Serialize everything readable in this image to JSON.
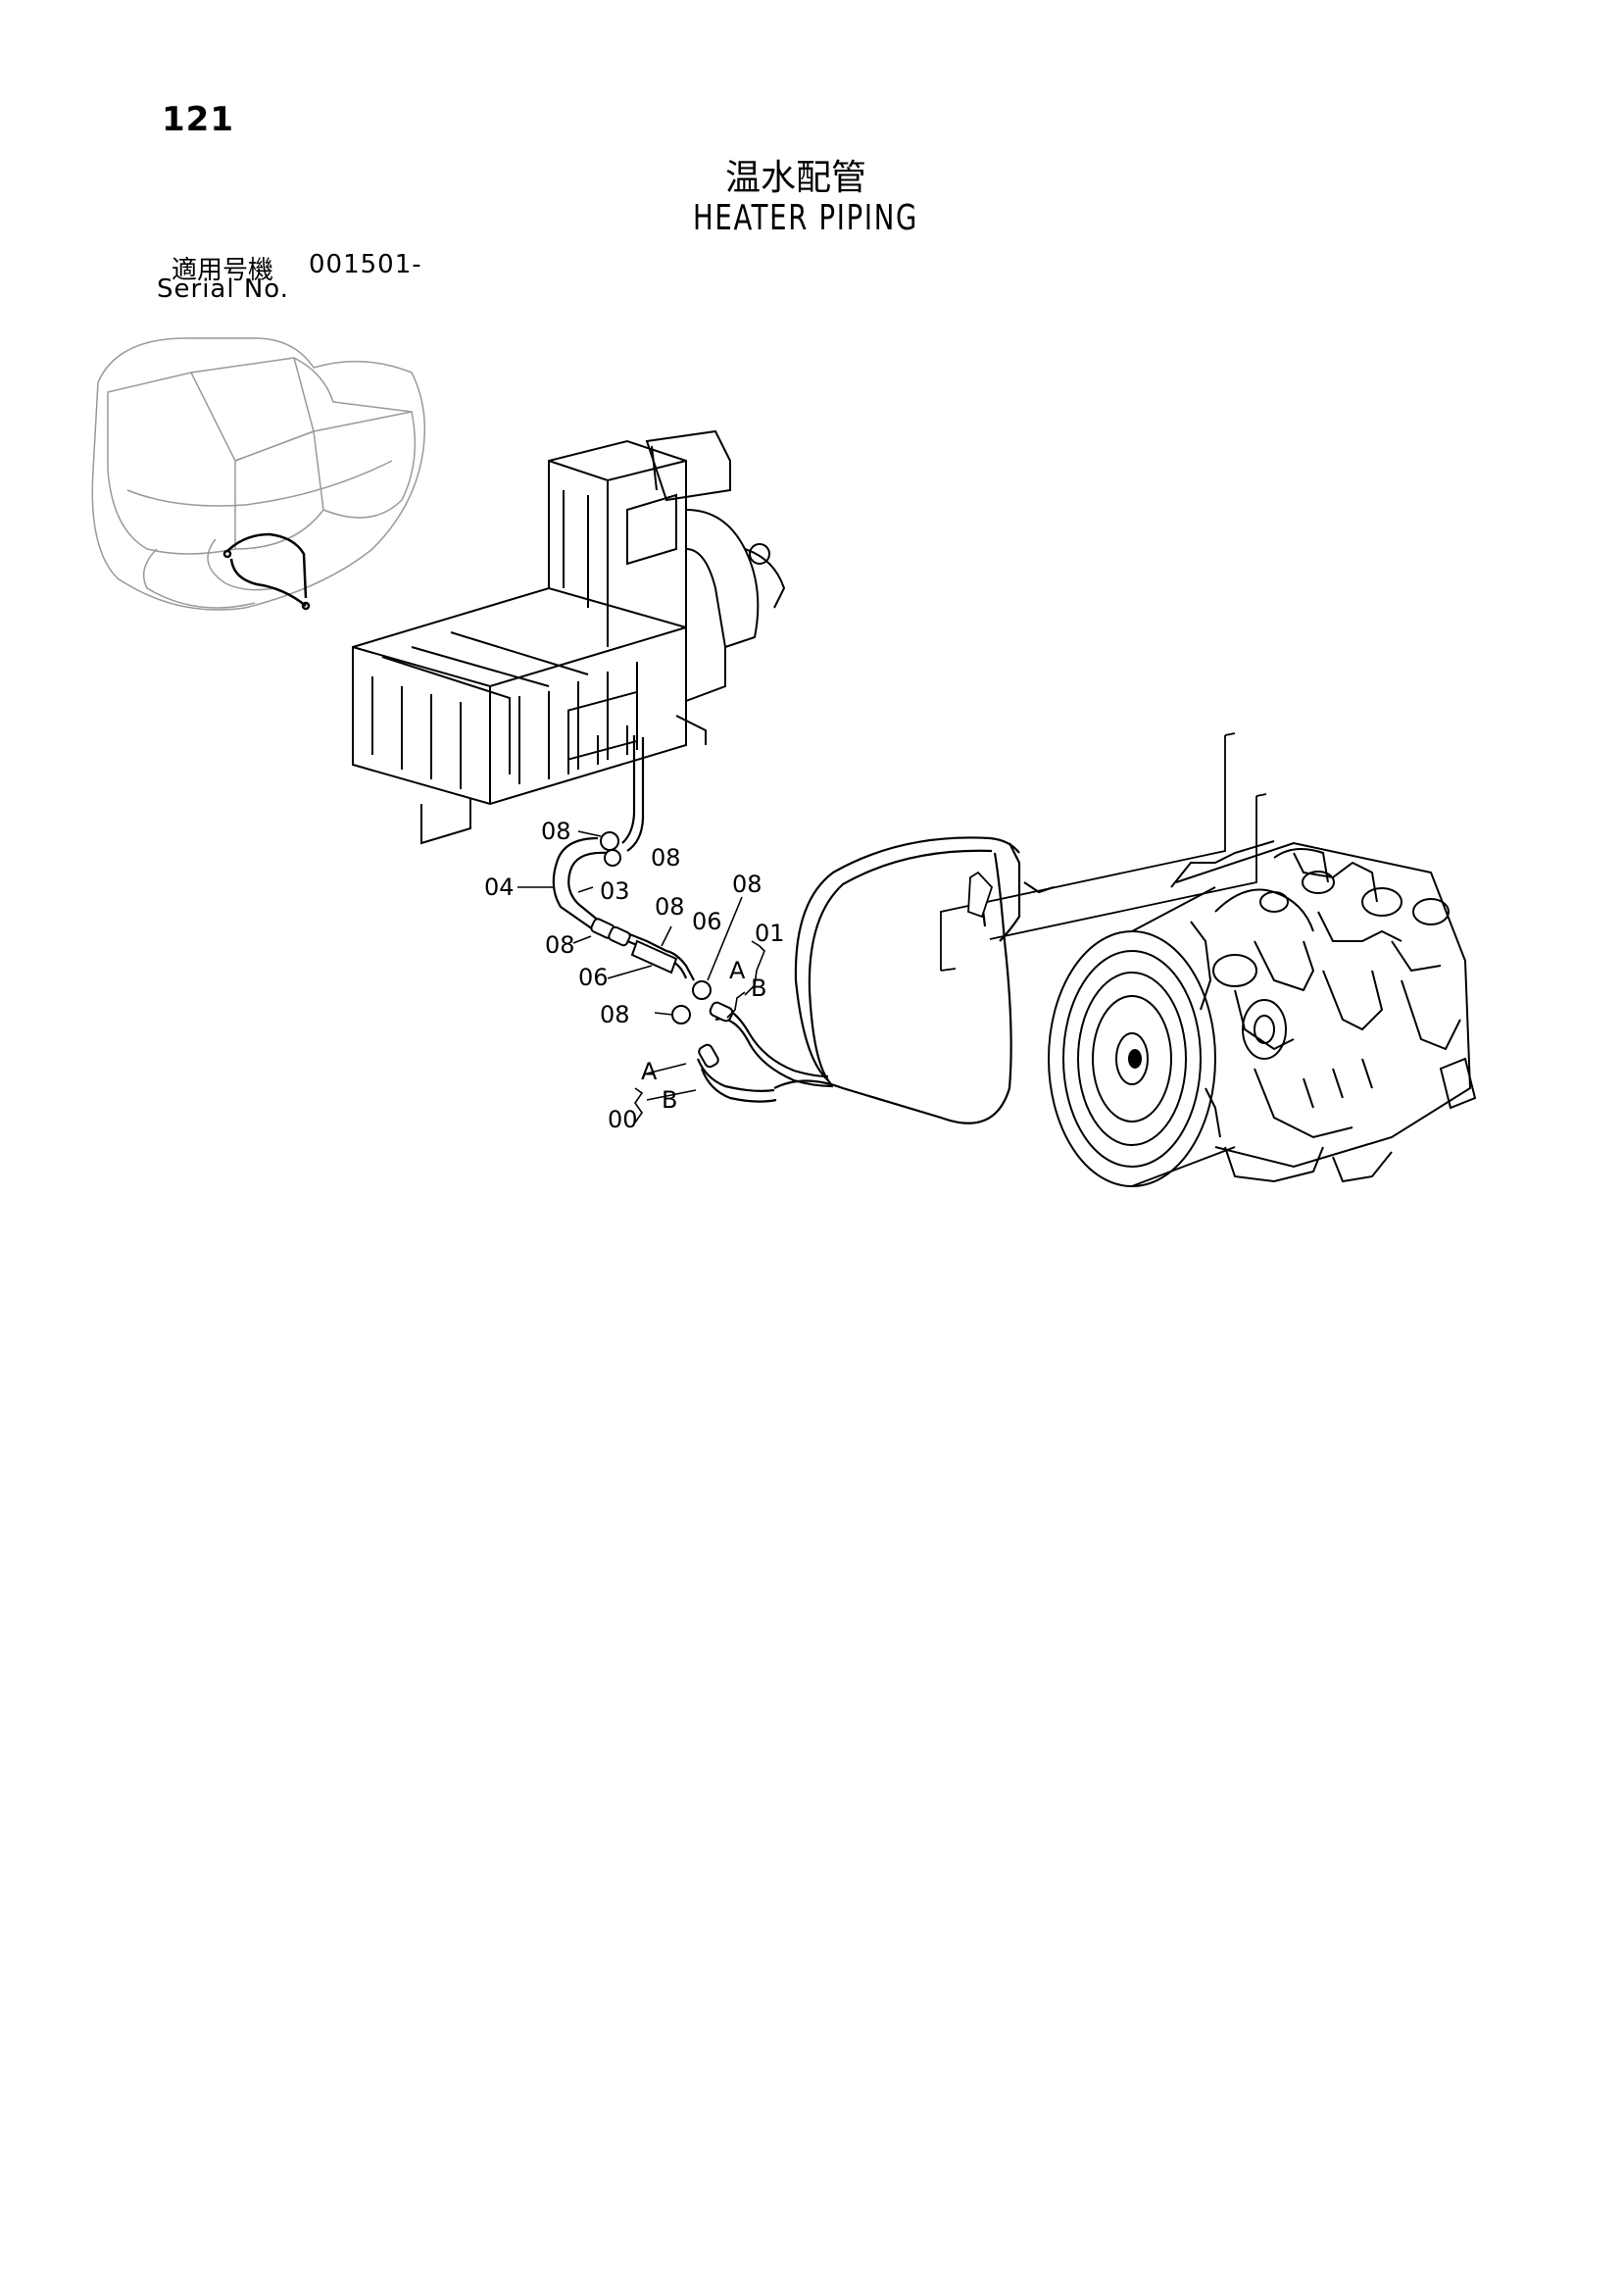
{
  "header": {
    "page_number": "121",
    "title_jp": "温水配管",
    "title_en": "HEATER PIPING",
    "serial_label_jp": "適用号機",
    "serial_value": "001501-",
    "serial_label_en": "Serial No."
  },
  "callouts": {
    "c08_top": "08",
    "c08_right": "08",
    "c04": "04",
    "c03": "03",
    "c08_mid": "08",
    "c06_upper": "06",
    "c08_upper_right": "08",
    "c01": "01",
    "c08_left": "08",
    "cA_upper": "A",
    "cB_upper": "B",
    "c06_lower": "06",
    "c08_lower": "08",
    "cA_lower": "A",
    "cB_lower": "B",
    "c00": "00"
  }
}
